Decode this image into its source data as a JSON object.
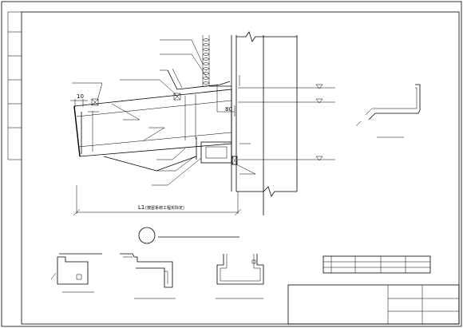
{
  "dimensions": {
    "top_offset": "10",
    "gap": "80",
    "length_label": "L1",
    "length_note": "(按屋系统工程实际定)"
  }
}
